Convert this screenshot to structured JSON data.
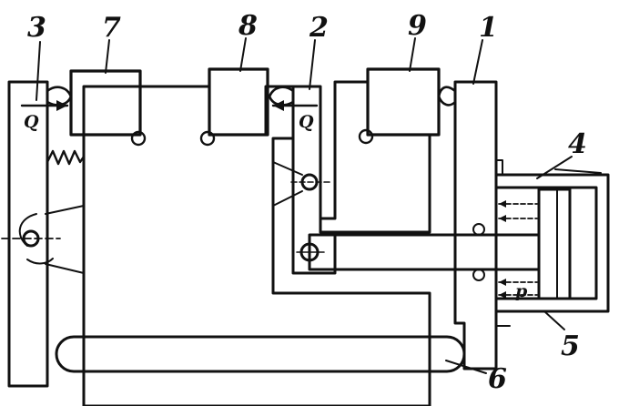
{
  "diagram": {
    "part_labels": {
      "l1": "1",
      "l2": "2",
      "l3": "3",
      "l4": "4",
      "l5": "5",
      "l6": "6",
      "l7": "7",
      "l8": "8",
      "l9": "9"
    },
    "force_labels": {
      "q_left": "Q",
      "q_right": "Q",
      "p": "p"
    },
    "colors": {
      "ink": "#111111",
      "paper": "#ffffff"
    }
  }
}
